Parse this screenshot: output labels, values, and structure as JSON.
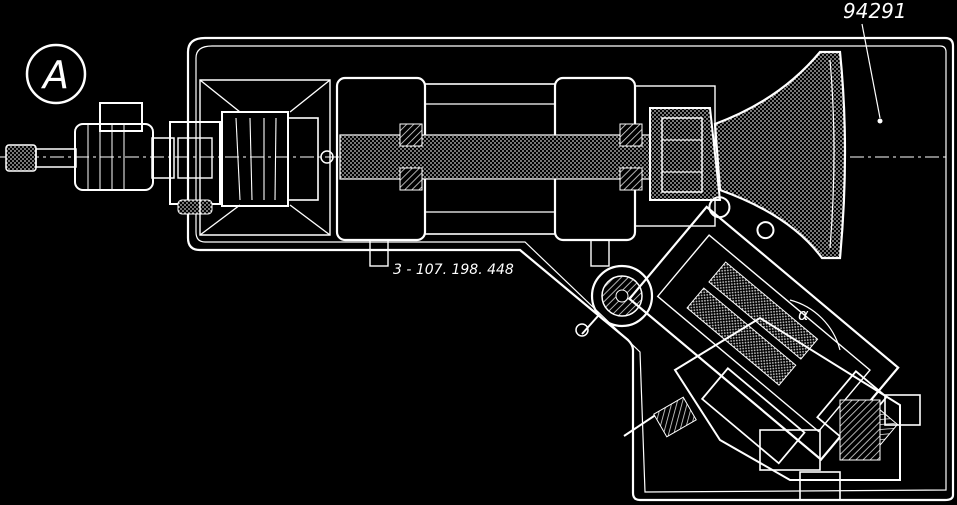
{
  "labels": {
    "view_letter": "A",
    "part_number": "94291",
    "reference_code": "3 - 107. 198. 448",
    "angle_symbol": "α"
  },
  "colors": {
    "background": "#000000",
    "lines": "#ffffff",
    "hatch": "#bbbbbb"
  }
}
